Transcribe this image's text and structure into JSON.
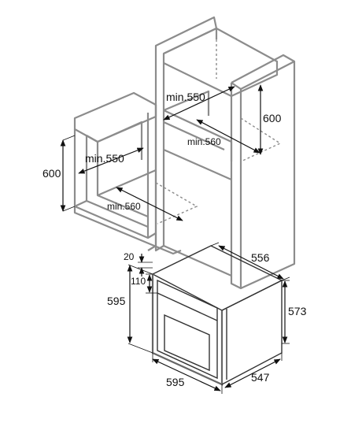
{
  "labels": {
    "left_width": "min.550",
    "left_depth": "min.560",
    "left_height": "600",
    "tall_width": "min.550",
    "tall_depth": "min.560",
    "tall_height": "600",
    "oven_top_gap": "20",
    "oven_panel": "110",
    "oven_depth_top": "556",
    "oven_front_height": "595",
    "oven_body_height": "573",
    "oven_front_width": "595",
    "oven_body_depth": "547"
  }
}
